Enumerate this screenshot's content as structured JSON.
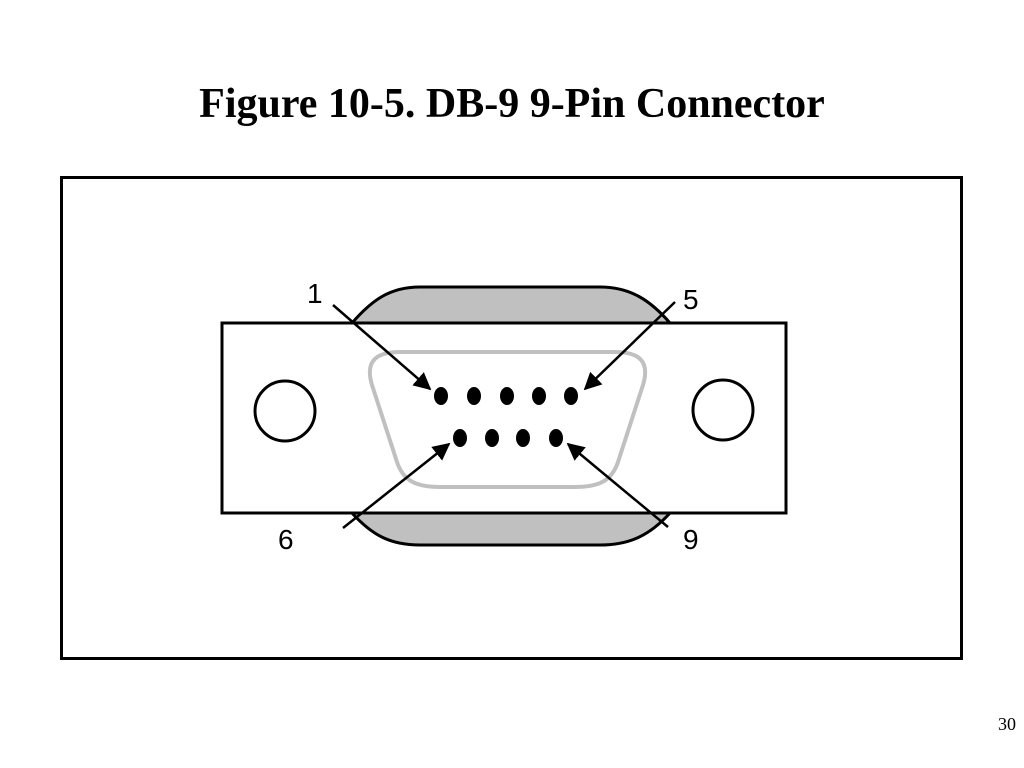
{
  "slide": {
    "title": "Figure 10-5. DB-9 9-Pin Connector",
    "page_number": "30"
  },
  "connector": {
    "pin_callouts": [
      {
        "label": "1"
      },
      {
        "label": "5"
      },
      {
        "label": "6"
      },
      {
        "label": "9"
      }
    ],
    "top_row_pin_count": 5,
    "bottom_row_pin_count": 4,
    "colors": {
      "outline": "#000000",
      "shell_fill": "#c0c0c0",
      "inner_outline": "#c0c0c0",
      "pin": "#000000",
      "background": "#ffffff"
    }
  }
}
